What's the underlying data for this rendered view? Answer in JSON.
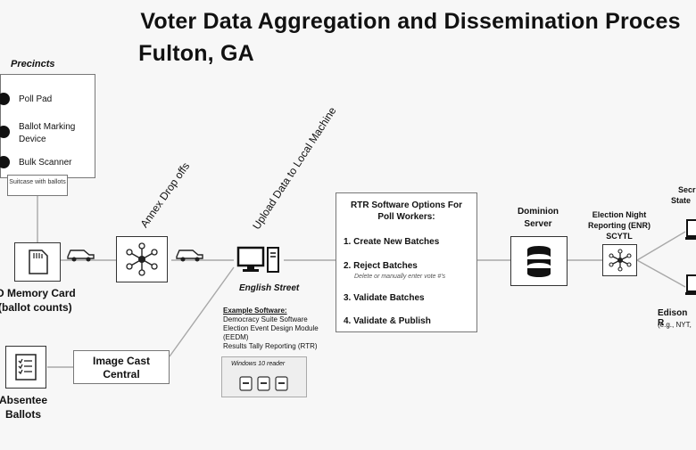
{
  "title": {
    "line1": "Voter Data Aggregation and Dissemination Proces",
    "line2": "Fulton, GA"
  },
  "precincts": {
    "heading": "Precincts",
    "items": [
      "Poll Pad",
      "Ballot Marking Device",
      "Bulk Scanner"
    ],
    "suitcase_label": "Suitcase with ballots"
  },
  "memory_card": {
    "label_line1": "D Memory Card",
    "label_line2": "(ballot counts)"
  },
  "absentee": {
    "label_line1": "Absentee",
    "label_line2": "Ballots"
  },
  "image_cast": {
    "line1": "Image Cast",
    "line2": "Central"
  },
  "annex": {
    "label": "Annex Drop offs"
  },
  "upload": {
    "label": "Upload Data to Local Machine"
  },
  "english_street": {
    "label": "English Street",
    "software_heading": "Example Software:",
    "software_items": [
      "Democracy Suite Software",
      "Election Event Design Module",
      "(EEDM)",
      "Results Tally Reporting (RTR)"
    ],
    "reader_label": "Windows 10 reader"
  },
  "rtr": {
    "heading_line1": "RTR Software Options For",
    "heading_line2": "Poll Workers:",
    "options": [
      "1.  Create New Batches",
      "2.  Reject Batches",
      "3.  Validate Batches",
      "4.  Validate & Publish"
    ],
    "reject_note": "Delete or manually enter vote #'s"
  },
  "dominion": {
    "line1": "Dominion",
    "line2": "Server"
  },
  "enr": {
    "line1": "Election Night",
    "line2": "Reporting (ENR)",
    "line3": "SCYTL"
  },
  "secretary": {
    "line1": "Secr",
    "line2": "State"
  },
  "edison": {
    "line1": "Edison R",
    "line2": "(e.g., NYT, "
  }
}
